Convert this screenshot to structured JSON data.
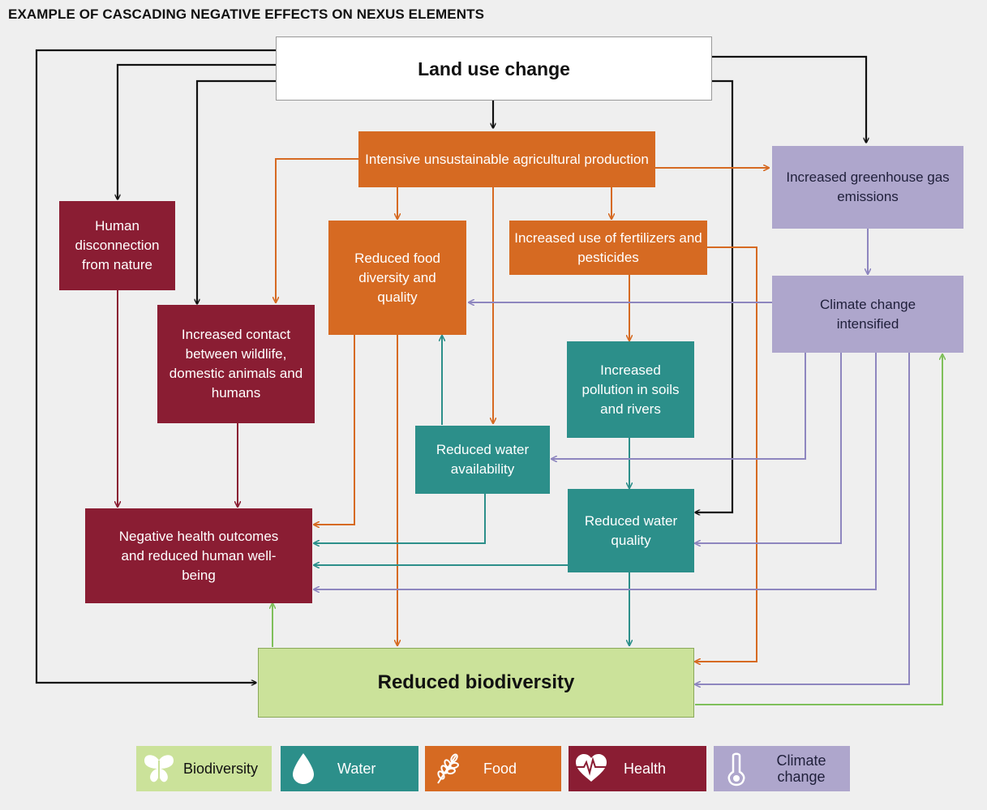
{
  "title": "EXAMPLE OF CASCADING NEGATIVE EFFECTS ON NEXUS ELEMENTS",
  "nodes": {
    "land_use": "Land use change",
    "intensive_ag": "Intensive unsustainable agricultural production",
    "ghg": "Increased greenhouse gas emissions",
    "human_disconnection": "Human disconnection from nature",
    "food_diversity": "Reduced food diversity and quality",
    "fertilizers": "Increased use of fertilizers and pesticides",
    "climate_change": "Climate change intensified",
    "contact": "Increased contact between wildlife, domestic animals and humans",
    "pollution": "Increased pollution in soils and rivers",
    "water_availability": "Reduced water availability",
    "water_quality": "Reduced water quality",
    "health": "Negative health outcomes and reduced human well-being",
    "biodiversity": "Reduced biodiversity"
  },
  "legend": [
    {
      "label": "Biodiversity",
      "icon": "butterfly-icon",
      "color": "#cbe29a"
    },
    {
      "label": "Water",
      "icon": "water-drop-icon",
      "color": "#2c8f8a"
    },
    {
      "label": "Food",
      "icon": "wheat-icon",
      "color": "#d66a22"
    },
    {
      "label": "Health",
      "icon": "heart-pulse-icon",
      "color": "#8a1d33"
    },
    {
      "label": "Climate change",
      "icon": "thermometer-icon",
      "color": "#aea6cc"
    }
  ],
  "colors": {
    "black_arrow": "#111111",
    "food_arrow": "#d66a22",
    "health_arrow": "#8a1d33",
    "water_arrow": "#2c8f8a",
    "climate_arrow": "#8e86bf",
    "bio_arrow": "#7fbf5a"
  }
}
